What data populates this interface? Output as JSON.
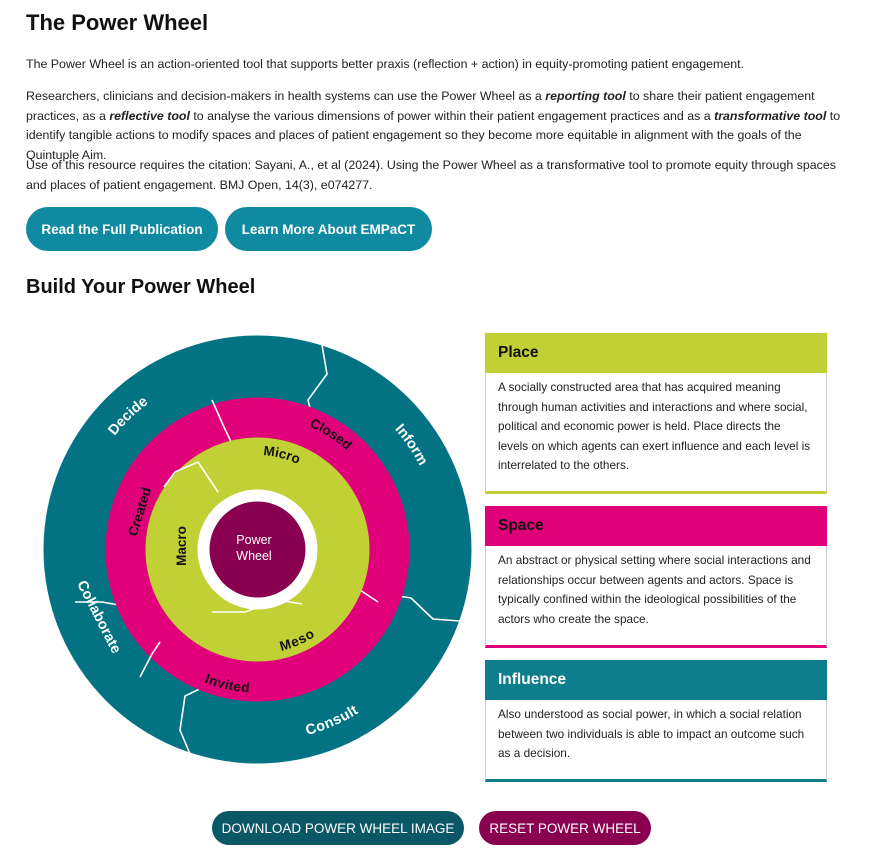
{
  "header": {
    "title": "The Power Wheel"
  },
  "intro": {
    "p1": "The Power Wheel is an action-oriented tool that supports better praxis (reflection + action) in equity-promoting patient engagement.",
    "p2_a": "Researchers, clinicians and decision-makers in health systems can use the Power Wheel as a ",
    "p2_reporting": "reporting tool",
    "p2_b": " to share their patient engagement practices, as a ",
    "p2_reflective": "reflective tool",
    "p2_c": " to analyse the various dimensions of power within their patient engagement practices and as a ",
    "p2_transformative": "transformative tool",
    "p2_d": " to identify tangible actions to modify spaces and places of patient engagement so they become more equitable in alignment with the goals of the Quintuple Aim.",
    "p3": "Use of this resource requires the citation: Sayani, A., et al (2024). Using the Power Wheel as a transformative tool to promote equity through spaces and places of patient engagement. BMJ Open, 14(3), e074277."
  },
  "buttons": {
    "read_publication": "Read the Full Publication",
    "learn_empact": "Learn More About EMPaCT",
    "download": "DOWNLOAD POWER WHEEL IMAGE",
    "reset": "RESET POWER WHEEL"
  },
  "builder": {
    "title": "Build Your Power Wheel"
  },
  "wheel": {
    "center_line1": "Power",
    "center_line2": "Wheel",
    "outer_labels": {
      "decide": "Decide",
      "inform": "Inform",
      "consult": "Consult",
      "collaborate": "Collaborate"
    },
    "middle_labels": {
      "closed": "Closed",
      "invited": "Invited",
      "created": "Created"
    },
    "inner_labels": {
      "micro": "Micro",
      "meso": "Meso",
      "macro": "Macro"
    },
    "colors": {
      "outer": "#037283",
      "middle": "#e0007a",
      "inner": "#c1d035",
      "center": "#8a0051"
    }
  },
  "cards": {
    "place": {
      "title": "Place",
      "body": "A socially constructed area that has acquired meaning through human activities and interactions and where social, political and economic power is held. Place directs the levels on which agents can exert influence and each level is interrelated to the others."
    },
    "space": {
      "title": "Space",
      "body": "An abstract or physical setting where social interactions and relationships occur between agents and actors. Space is typically confined within the ideological possibilities of the actors who create the space."
    },
    "influence": {
      "title": "Influence",
      "body": "Also understood as social power, in which a social relation between two individuals is able to impact an outcome such as a decision."
    }
  }
}
